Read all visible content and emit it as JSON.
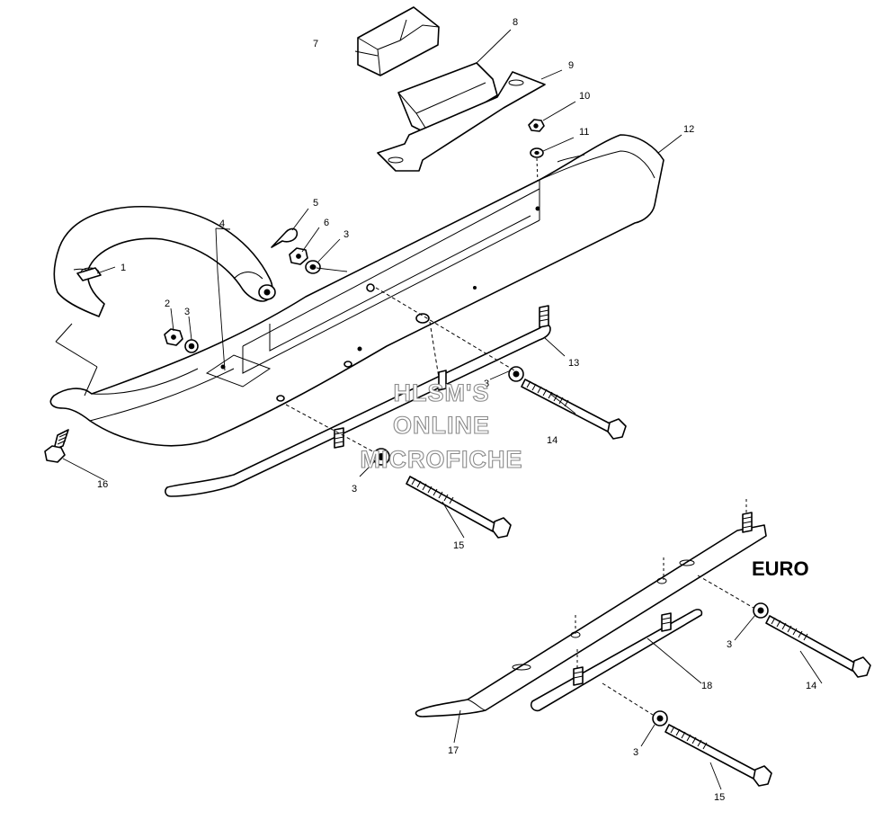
{
  "callouts": [
    "1",
    "2",
    "3",
    "3",
    "3",
    "3",
    "3",
    "4",
    "5",
    "6",
    "7",
    "8",
    "9",
    "10",
    "11",
    "12",
    "13",
    "14",
    "14",
    "15",
    "15",
    "16",
    "17",
    "18"
  ],
  "variant_label": "EURO",
  "watermark": [
    "HLSM'S",
    "ONLINE",
    "MICROFICHE"
  ]
}
